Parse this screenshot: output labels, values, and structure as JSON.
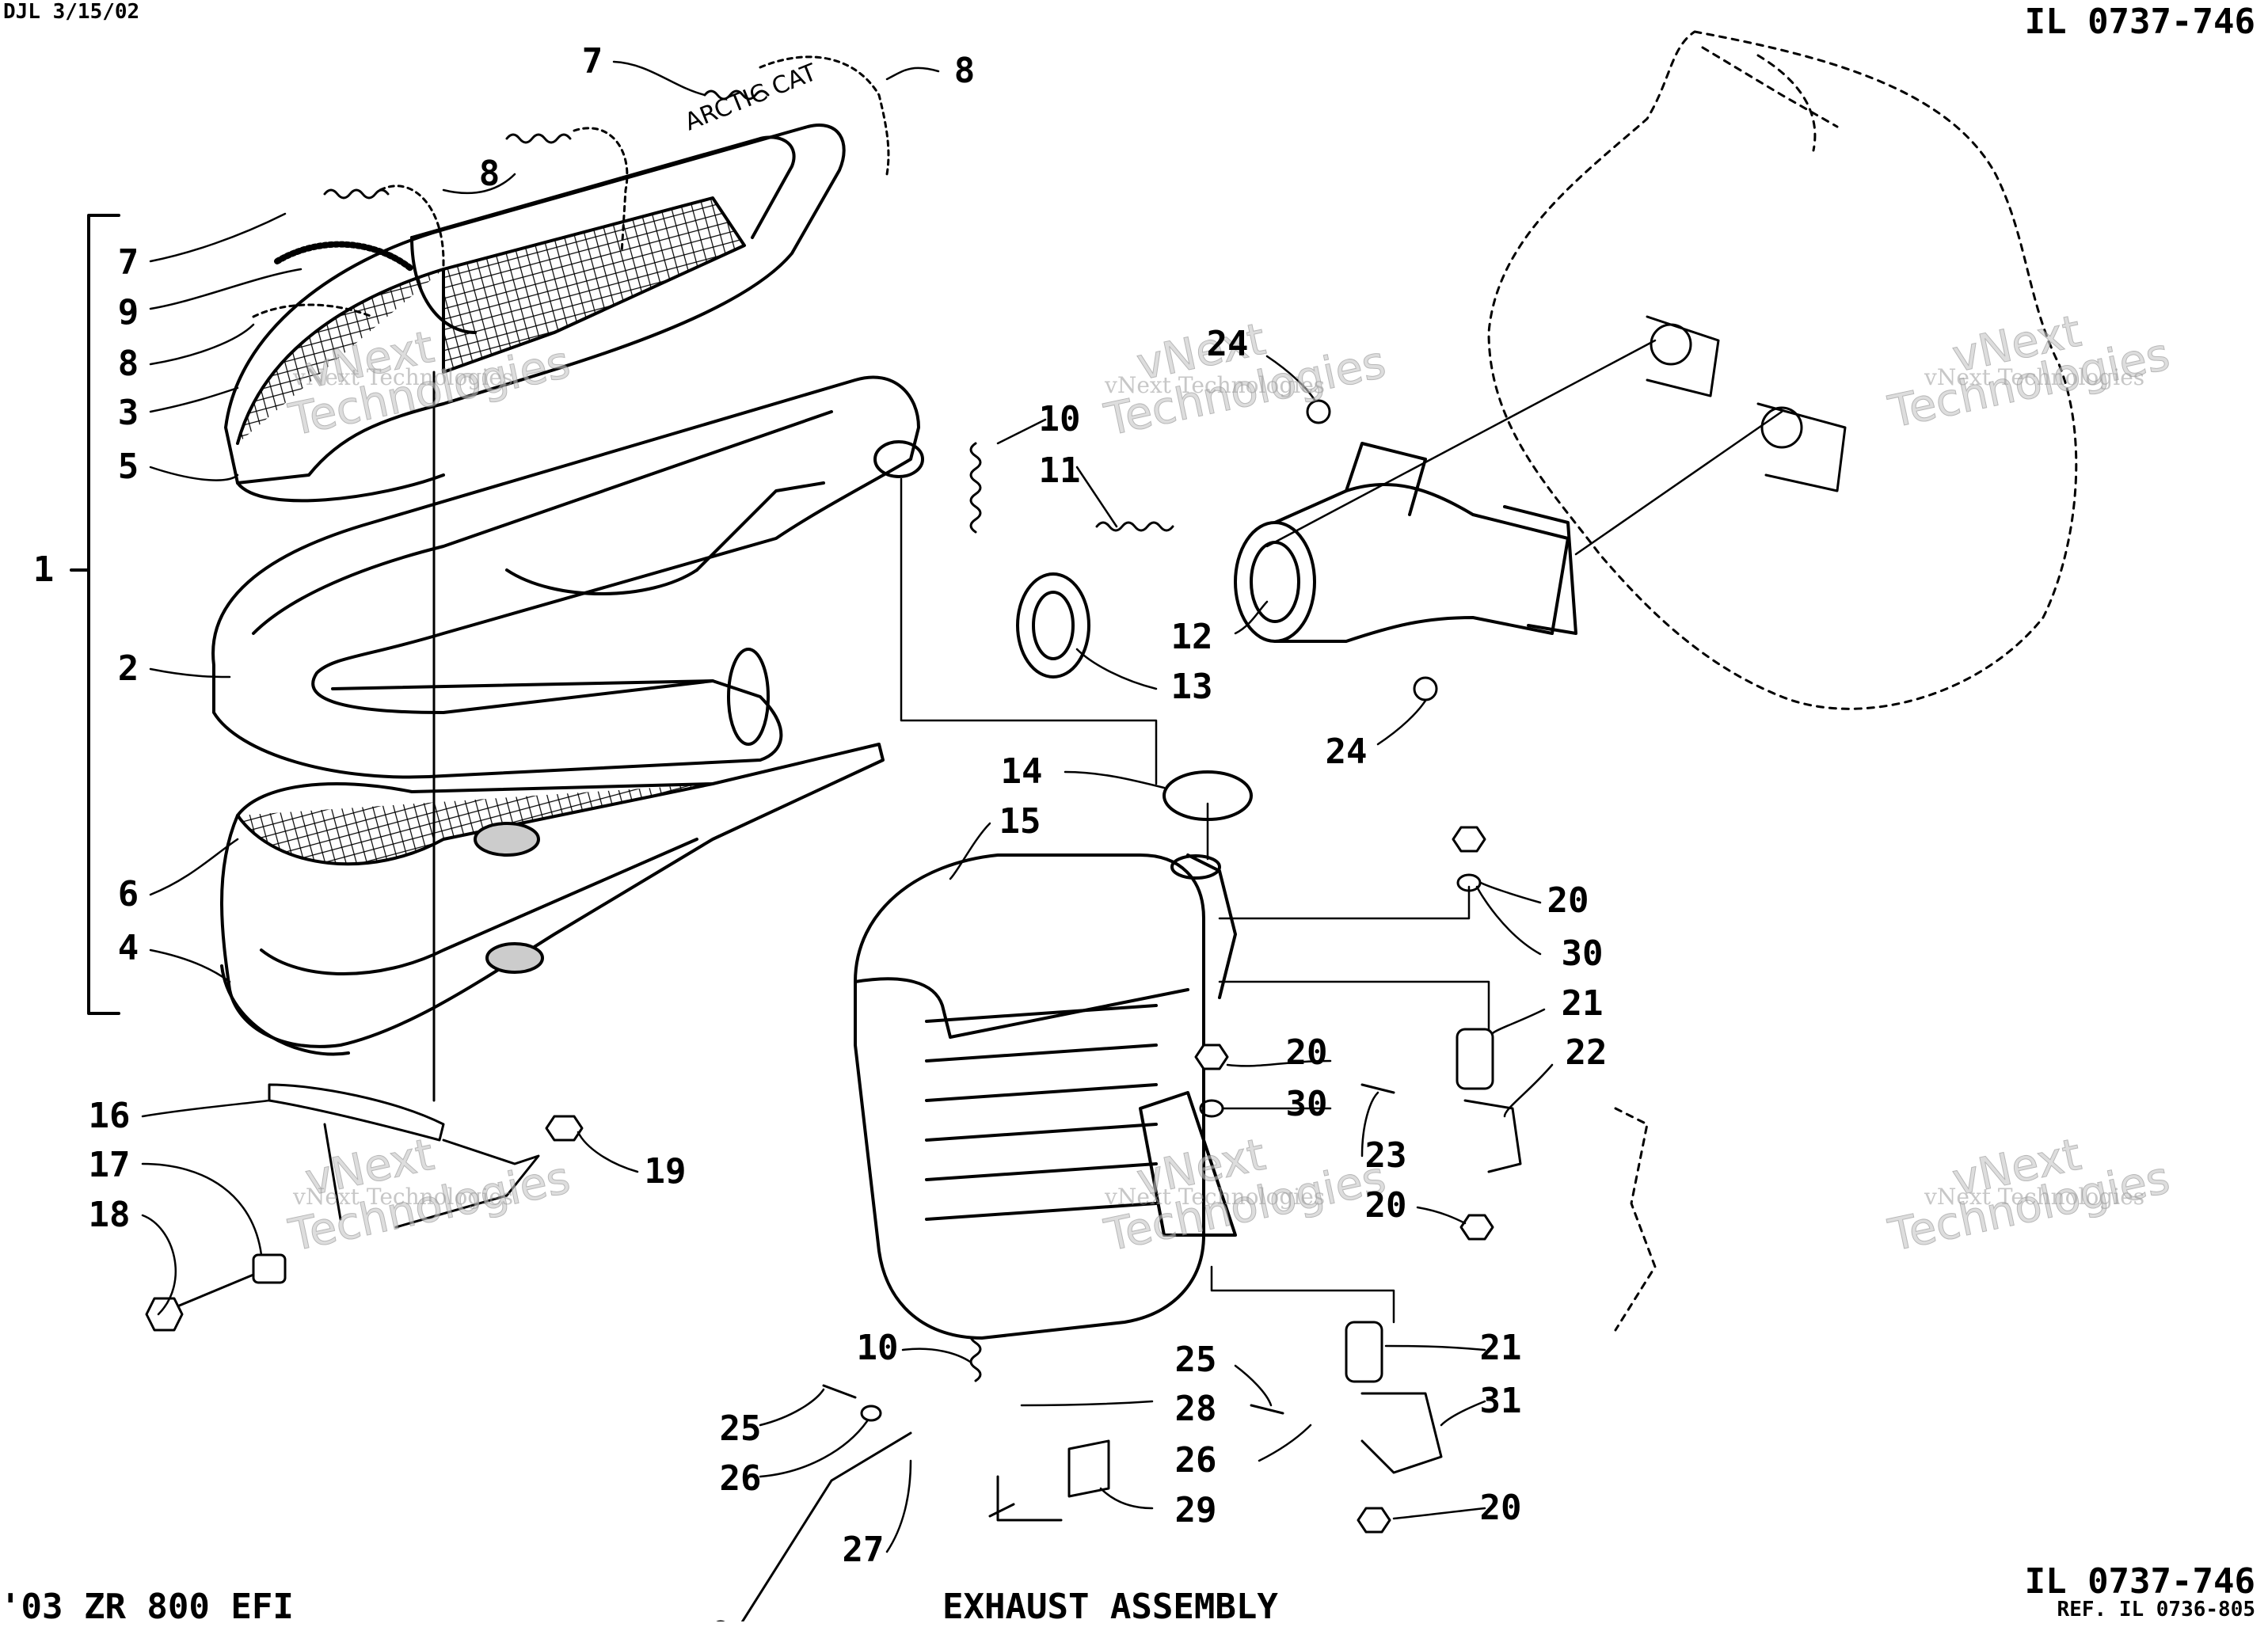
{
  "header": {
    "drawing_code": "DJL 3/15/02",
    "illustration_id": "IL 0737-746"
  },
  "footer": {
    "model": "'03 ZR 800 EFI",
    "title": "EXHAUST ASSEMBLY",
    "illustration_id": "IL 0737-746",
    "reference": "REF. IL 0736-805"
  },
  "watermark": {
    "line1": "vNext",
    "line2": "Technologies",
    "small": "vNext Technologies"
  },
  "callouts": [
    "1",
    "2",
    "3",
    "4",
    "5",
    "6",
    "7",
    "7",
    "8",
    "8",
    "8",
    "9",
    "10",
    "10",
    "11",
    "12",
    "13",
    "14",
    "15",
    "16",
    "17",
    "18",
    "19",
    "20",
    "20",
    "20",
    "20",
    "21",
    "21",
    "22",
    "23",
    "24",
    "24",
    "25",
    "25",
    "26",
    "26",
    "27",
    "28",
    "29",
    "30",
    "30",
    "31"
  ]
}
